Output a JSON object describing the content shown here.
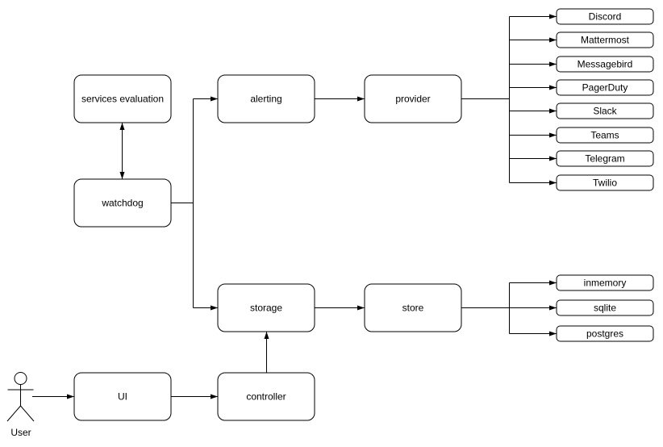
{
  "diagram": {
    "colors": {
      "background": "#ffffff",
      "stroke": "#000000",
      "node_fill": "#ffffff",
      "text": "#000000"
    },
    "nodes": {
      "services_evaluation": "services evaluation",
      "watchdog": "watchdog",
      "alerting": "alerting",
      "provider": "provider",
      "storage": "storage",
      "store": "store",
      "ui": "UI",
      "controller": "controller"
    },
    "provider_targets": [
      "Discord",
      "Mattermost",
      "Messagebird",
      "PagerDuty",
      "Slack",
      "Teams",
      "Telegram",
      "Twilio"
    ],
    "store_targets": [
      "inmemory",
      "sqlite",
      "postgres"
    ],
    "actor_label": "User"
  }
}
